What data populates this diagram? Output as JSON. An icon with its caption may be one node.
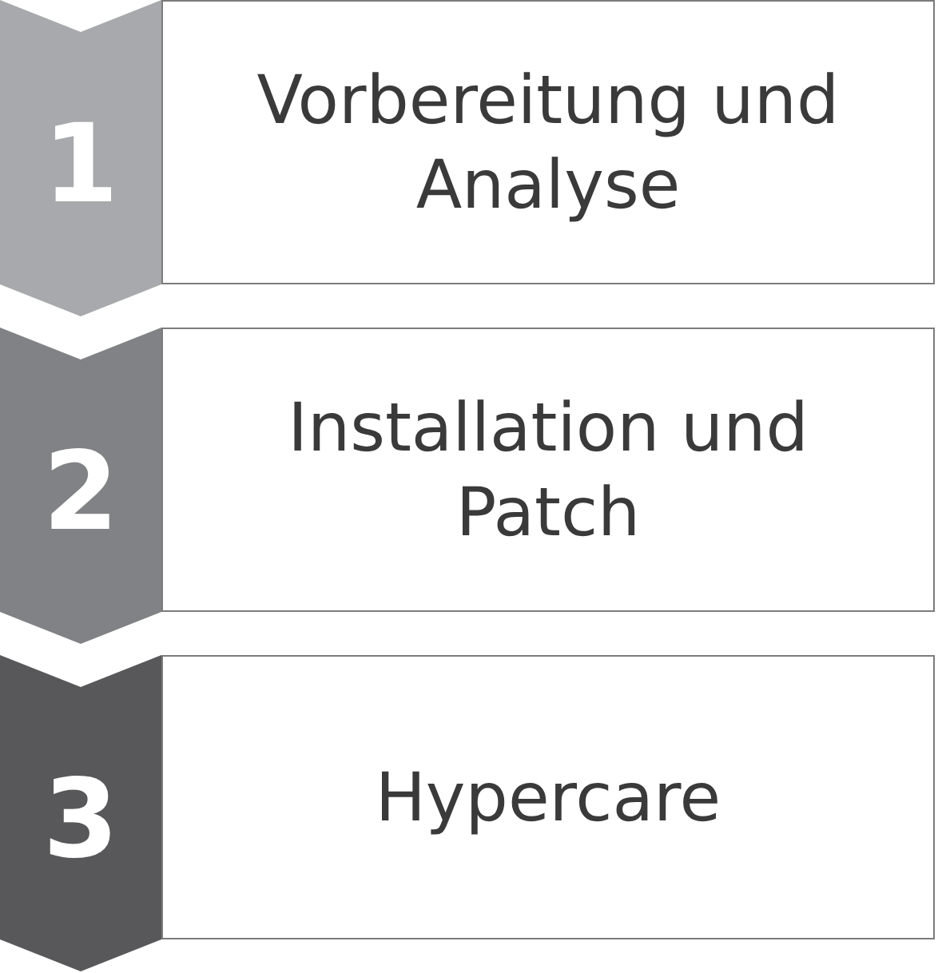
{
  "diagram": {
    "nodes": [
      {
        "text": [
          "1"
        ]
      },
      {
        "text": [
          "Vorbereitung und Analyse"
        ]
      },
      {
        "text": [
          "2"
        ]
      },
      {
        "text": [
          "Installation und Patch"
        ]
      },
      {
        "text": [
          "3"
        ]
      },
      {
        "text": [
          "Hypercare"
        ]
      }
    ]
  }
}
